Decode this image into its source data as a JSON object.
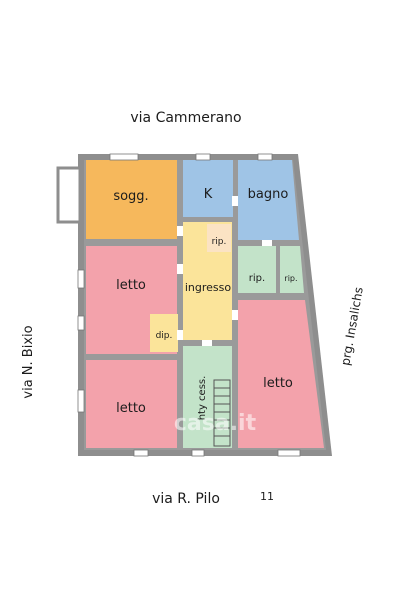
{
  "streets": {
    "north": "via Cammerano",
    "west": "via N. Bixio",
    "south": "via R. Pilo",
    "south_number": "11",
    "east": "prg. Insalichs"
  },
  "rooms": {
    "living": "sogg.",
    "kitchen": "K",
    "bathroom": "bagno",
    "storage_small": "rip.",
    "hall": "ingresso",
    "storage_mid": "rip.",
    "storage_right": "rip.",
    "bedroom_tl": "letto",
    "closet": "dip.",
    "bedroom_bl": "letto",
    "bedroom_right": "letto",
    "stairwell": "hty cess."
  },
  "watermark": "casa.it",
  "colors": {
    "wall": "#8e8e8e",
    "living": "#f6b85c",
    "kitchen": "#9fc4e6",
    "bathroom": "#9fc4e6",
    "hall": "#fbe49a",
    "bedroom": "#f3a2ab",
    "storage": "#c3e3c9",
    "stairwell": "#c3e3c9"
  }
}
